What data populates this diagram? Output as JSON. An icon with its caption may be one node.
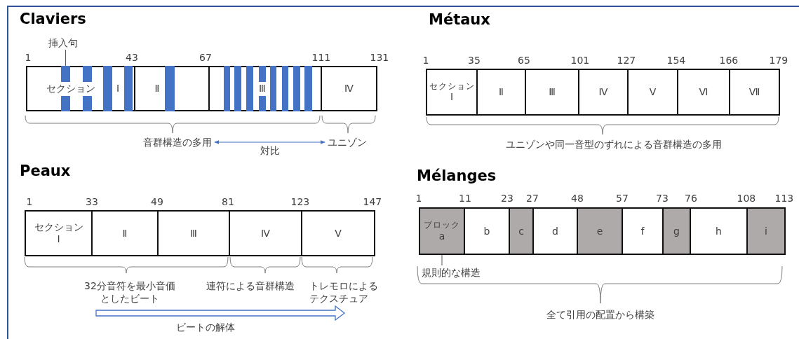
{
  "diagram": {
    "nodes": [
      {
        "text": [
          "セクション",
          "Ⅰ"
        ]
      },
      {
        "text": [
          "Ⅱ"
        ]
      },
      {
        "text": [
          "Ⅲ"
        ]
      },
      {
        "text": [
          "Ⅳ"
        ]
      },
      {
        "text": [
          "挿入句"
        ]
      },
      {
        "text": [],
        "shape": "bar",
        "in": 0
      },
      {
        "text": [
          "音群構造の多用"
        ]
      },
      {
        "text": [
          "ユニゾン"
        ]
      },
      {
        "text": [
          "セクション",
          "Ⅰ"
        ]
      },
      {
        "text": [
          "Ⅱ"
        ]
      },
      {
        "text": [
          "Ⅲ"
        ]
      },
      {
        "text": [
          "Ⅳ"
        ]
      },
      {
        "text": [
          "Ⅴ"
        ]
      },
      {
        "text": [
          "Ⅵ"
        ]
      },
      {
        "text": [
          "Ⅶ"
        ]
      },
      {
        "text": [
          "セクション",
          "Ⅰ"
        ]
      },
      {
        "text": [
          "Ⅱ"
        ]
      },
      {
        "text": [
          "Ⅲ"
        ]
      },
      {
        "text": [
          "Ⅳ"
        ]
      },
      {
        "text": [
          "Ⅴ"
        ]
      },
      {
        "text": [
          "ブロック",
          "a"
        ]
      },
      {
        "text": [
          "b"
        ]
      },
      {
        "text": [
          "c"
        ]
      },
      {
        "text": [
          "d"
        ]
      },
      {
        "text": [
          "e"
        ]
      },
      {
        "text": [
          "f"
        ]
      },
      {
        "text": [
          "g"
        ]
      },
      {
        "text": [
          "h"
        ]
      },
      {
        "text": [
          "i"
        ]
      },
      {
        "text": [
          "規則的な構造"
        ]
      },
      {
        "text": [],
        "shape": "bar",
        "in": 0
      },
      {
        "text": [],
        "shape": "bar",
        "in": 0
      },
      {
        "text": [],
        "shape": "bar",
        "in": 0
      },
      {
        "text": [],
        "shape": "bar",
        "in": 0
      },
      {
        "text": [],
        "shape": "bar",
        "in": 0
      },
      {
        "text": [],
        "shape": "bar",
        "in": 1
      },
      {
        "text": [],
        "shape": "bar",
        "in": 2
      },
      {
        "text": [],
        "shape": "bar",
        "in": 2
      },
      {
        "text": [],
        "shape": "bar",
        "in": 2
      },
      {
        "text": [],
        "shape": "bar",
        "in": 2
      },
      {
        "text": [],
        "shape": "bar",
        "in": 2
      },
      {
        "text": [],
        "shape": "bar",
        "in": 2
      },
      {
        "text": [],
        "shape": "bar",
        "in": 2
      },
      {
        "text": [],
        "shape": "bar",
        "in": 2
      },
      {
        "text": [],
        "shape": "bar",
        "in": 2
      }
    ],
    "edges": [
      {
        "from": 4,
        "to": 5,
        "arrow": "none"
      },
      {
        "from": 6,
        "to": 7,
        "arrow": "both",
        "label": "対比",
        "color": "#4472c4"
      },
      {
        "from": 29,
        "to": 20,
        "arrow": "none"
      }
    ],
    "labels": [
      "Claviers",
      "1",
      "43",
      "67",
      "111",
      "131",
      "Métaux",
      "1",
      "35",
      "65",
      "101",
      "127",
      "154",
      "166",
      "179",
      "ユニゾンや同一音型のずれによる音群構造の多用",
      "Peaux",
      "1",
      "33",
      "49",
      "81",
      "123",
      "147",
      "32分音符を最小音価としたビート",
      "連符による音群構造",
      "トレモロによるテクスチュア",
      "ビートの解体",
      "Mélanges",
      "1",
      "11",
      "23",
      "27",
      "48",
      "57",
      "73",
      "76",
      "108",
      "113",
      "全て引用の配置から構築"
    ]
  }
}
